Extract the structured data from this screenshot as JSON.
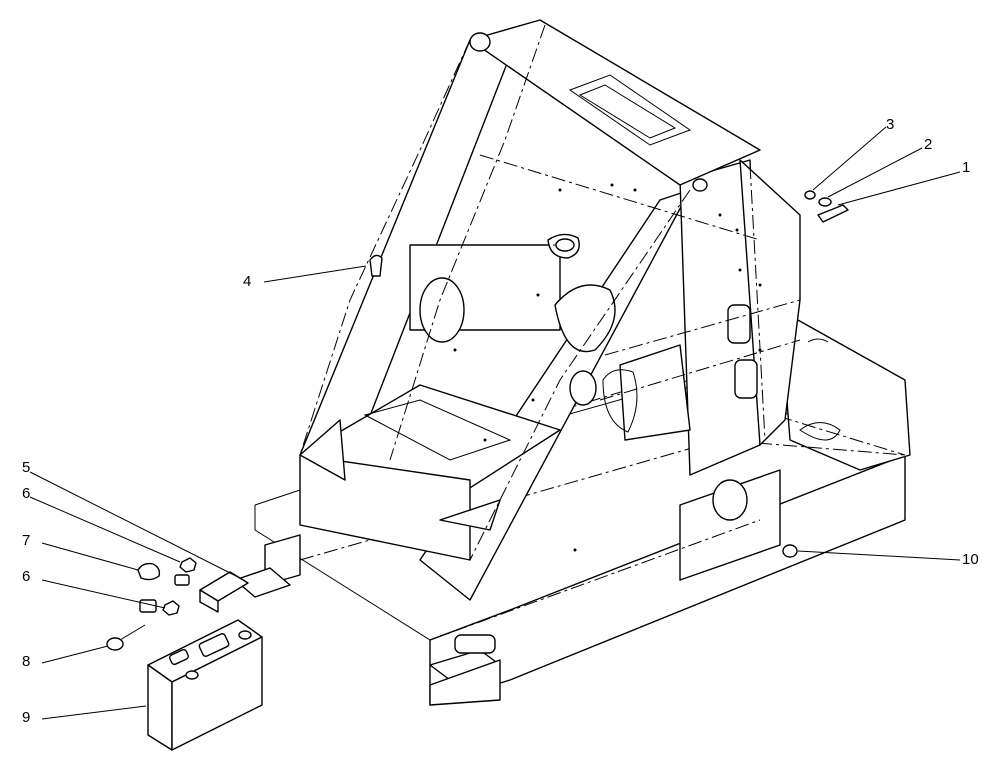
{
  "diagram": {
    "callouts": [
      {
        "id": "c1",
        "label": "1"
      },
      {
        "id": "c2",
        "label": "2"
      },
      {
        "id": "c3",
        "label": "3"
      },
      {
        "id": "c4",
        "label": "4"
      },
      {
        "id": "c5",
        "label": "5"
      },
      {
        "id": "c6a",
        "label": "6"
      },
      {
        "id": "c7",
        "label": "7"
      },
      {
        "id": "c6b",
        "label": "6"
      },
      {
        "id": "c8",
        "label": "8"
      },
      {
        "id": "c9",
        "label": "9"
      },
      {
        "id": "c10",
        "label": "10"
      }
    ]
  }
}
